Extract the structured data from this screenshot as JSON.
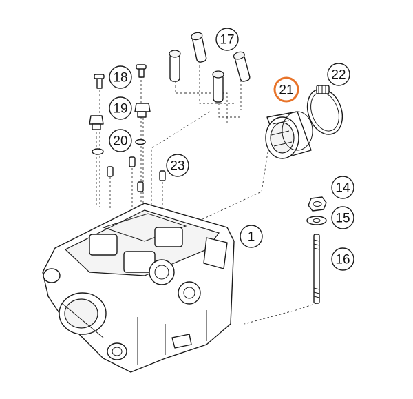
{
  "diagram": {
    "highlight_color": "#e8742a",
    "callouts": [
      {
        "id": "1",
        "label": "1",
        "highlighted": false
      },
      {
        "id": "14",
        "label": "14",
        "highlighted": false
      },
      {
        "id": "15",
        "label": "15",
        "highlighted": false
      },
      {
        "id": "16",
        "label": "16",
        "highlighted": false
      },
      {
        "id": "17",
        "label": "17",
        "highlighted": false
      },
      {
        "id": "18",
        "label": "18",
        "highlighted": false
      },
      {
        "id": "19",
        "label": "19",
        "highlighted": false
      },
      {
        "id": "20",
        "label": "20",
        "highlighted": false
      },
      {
        "id": "21",
        "label": "21",
        "highlighted": true
      },
      {
        "id": "22",
        "label": "22",
        "highlighted": false
      },
      {
        "id": "23",
        "label": "23",
        "highlighted": false
      }
    ]
  }
}
